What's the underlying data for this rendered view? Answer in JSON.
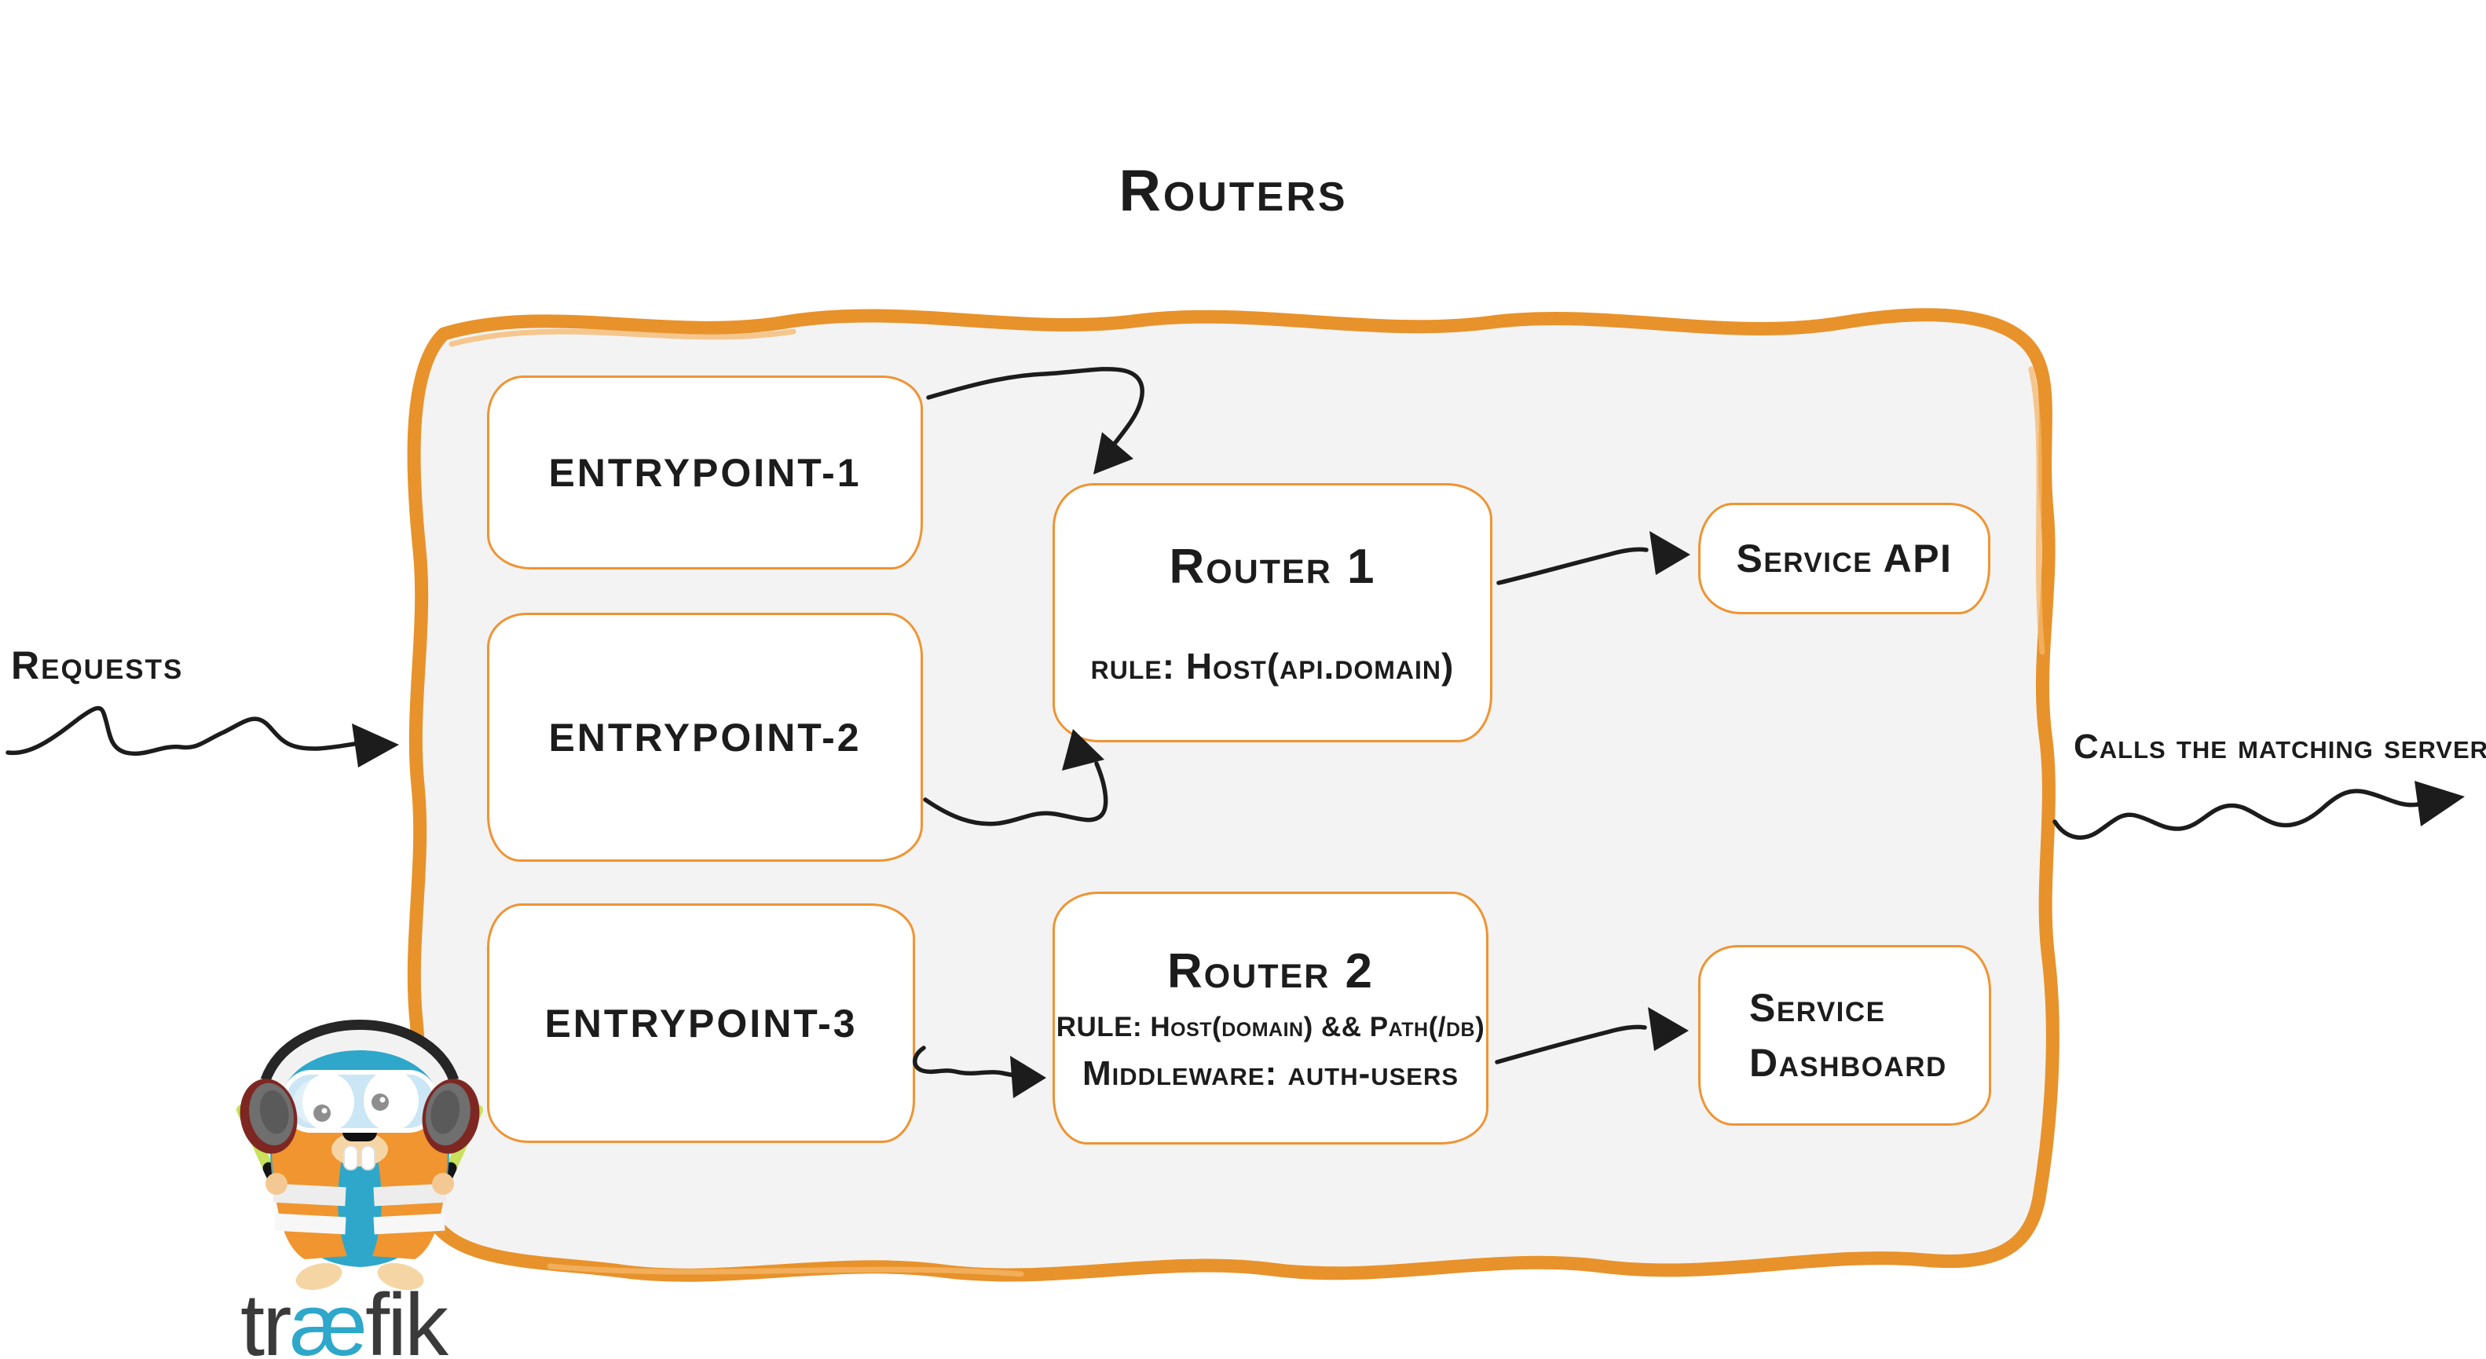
{
  "colors": {
    "accent": "#E8922B",
    "accent2": "#F6B76B",
    "border": "#EF9433",
    "ink": "#1C1C1C",
    "panel": "#F3F3F3",
    "card": "#FFFFFF",
    "blue": "#2EA7CB",
    "dark": "#3A3A3A"
  },
  "title": "Routers",
  "labels": {
    "requests": "Requests",
    "calls": "Calls the matching server"
  },
  "entrypoints": [
    {
      "label": "ENTRYPOINT-1"
    },
    {
      "label": "ENTRYPOINT-2"
    },
    {
      "label": "ENTRYPOINT-3"
    }
  ],
  "routers": [
    {
      "title": "Router 1",
      "rule": "rule: Host(api.domain)"
    },
    {
      "title": "Router 2",
      "rule": "RULE: Host(domain) && Path(/db)",
      "middleware": "Middleware: auth-users"
    }
  ],
  "services": [
    {
      "label": "Service API"
    },
    {
      "label": "Service\nDashboard"
    }
  ],
  "logo": {
    "tr": "tr",
    "ae": "æ",
    "fik": "fik"
  },
  "icons": {
    "mascot": "traefik-gopher-mascot"
  }
}
